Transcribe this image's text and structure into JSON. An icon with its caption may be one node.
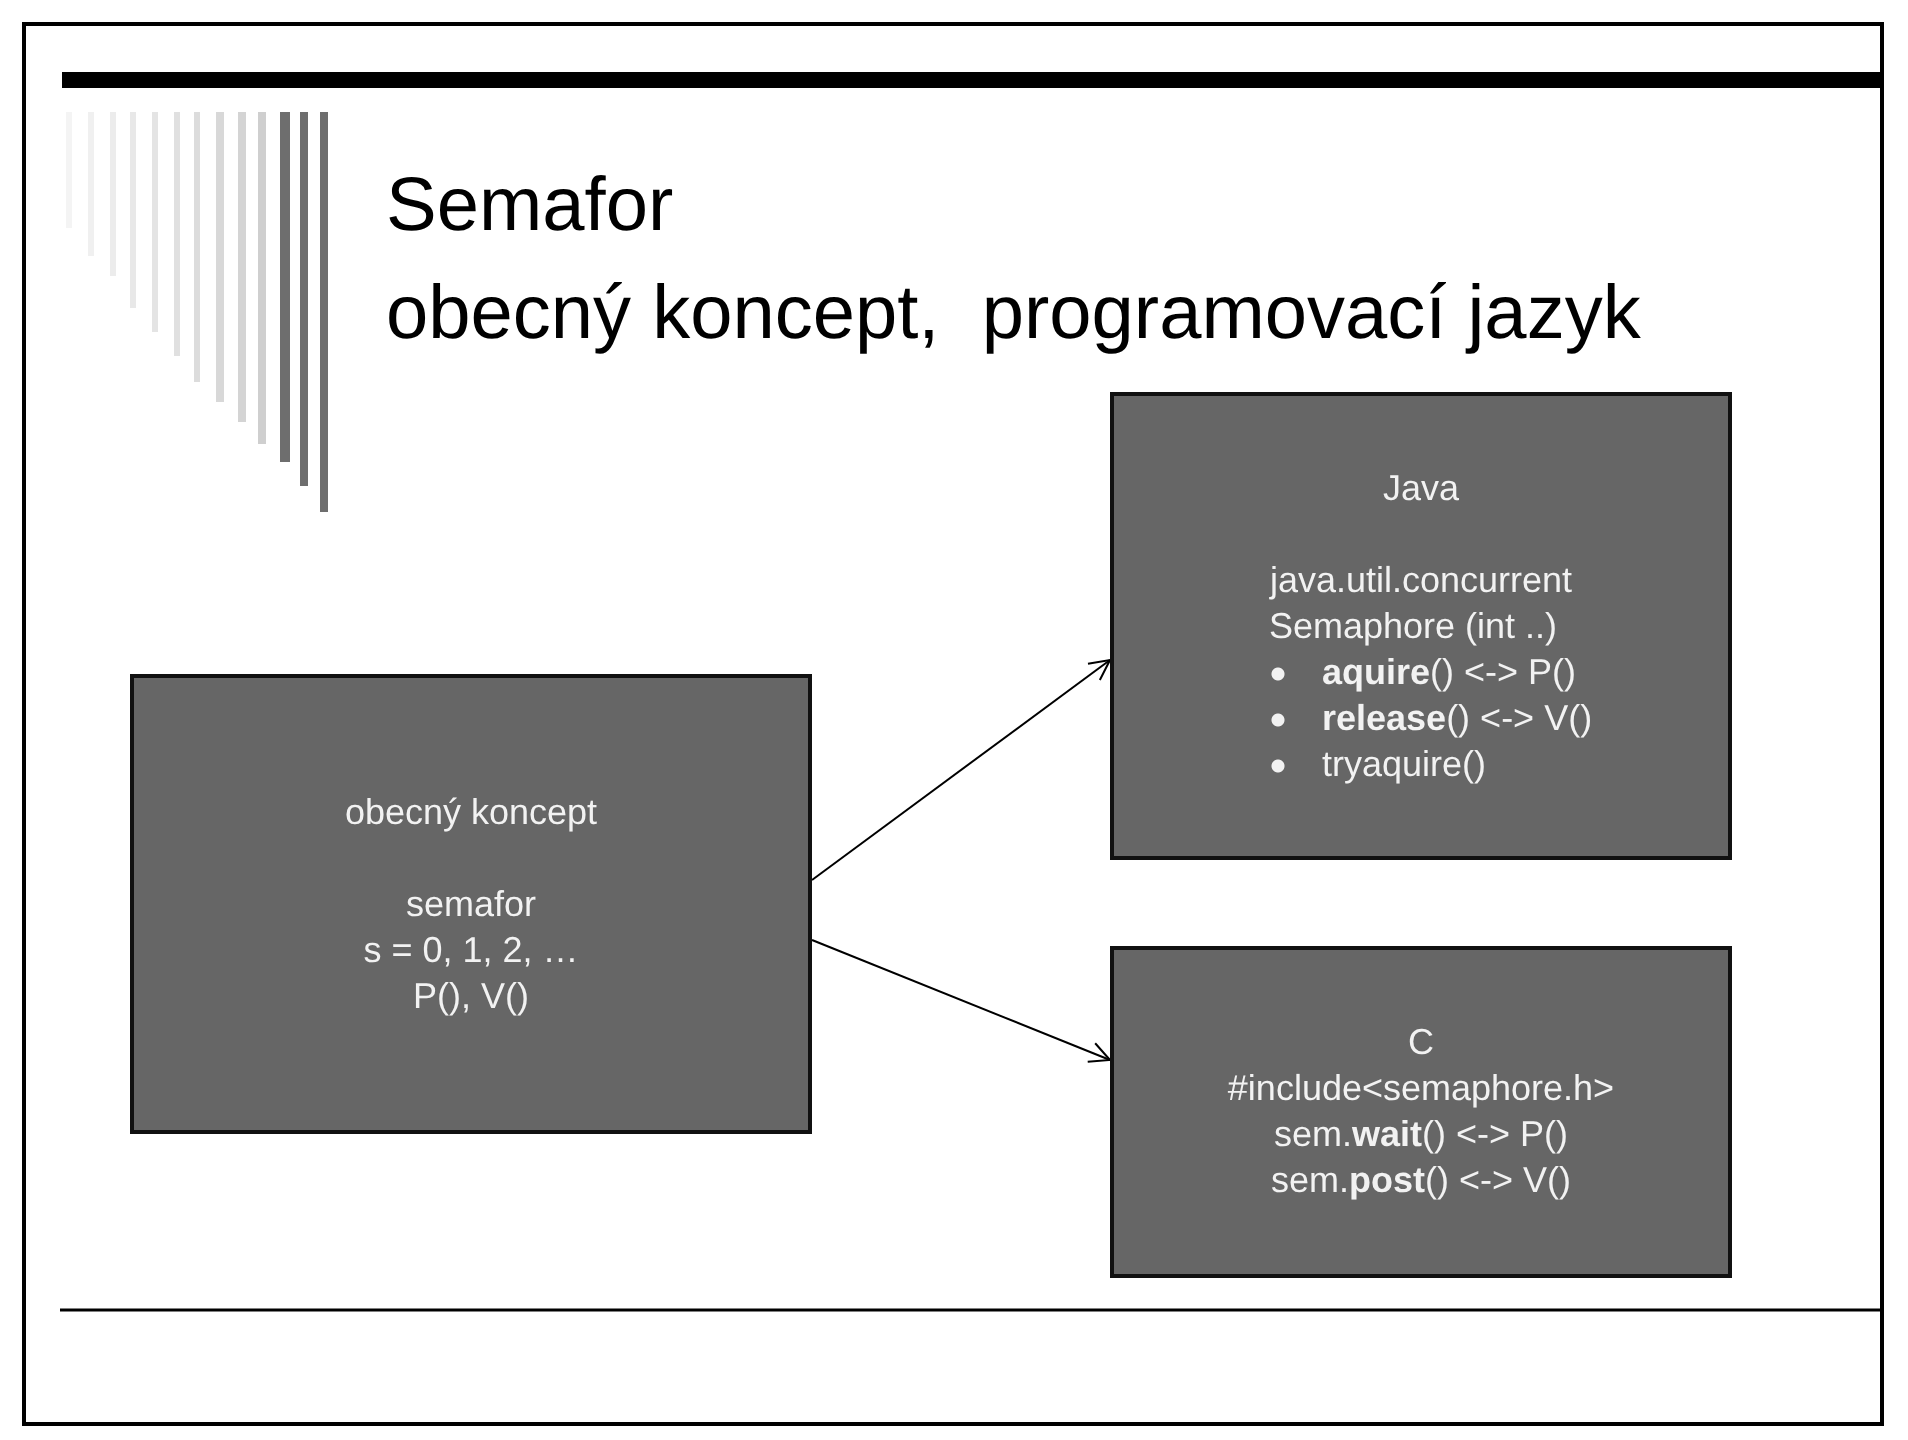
{
  "diagram": {
    "title": "Semafor",
    "nodes": [
      {
        "text": [
          "obecný koncept",
          "semafor",
          "s = 0, 1, 2, …",
          "P(), V()"
        ]
      },
      {
        "text": [
          "Java",
          "java.util.concurrent",
          "Semaphore (int ..)",
          "**aquire**() <-> P()",
          "**release**() <-> V()",
          "tryaquire()"
        ]
      },
      {
        "text": [
          "C",
          "#include<semaphore.h>",
          "sem.**wait**() <-> P()",
          "sem.**post**() <-> V()"
        ]
      }
    ],
    "edges": [
      {
        "from": 0,
        "to": 1,
        "arrow": "to"
      },
      {
        "from": 0,
        "to": 2,
        "arrow": "to"
      }
    ],
    "labels": [
      "obecný koncept,  programovací jazyk"
    ]
  }
}
